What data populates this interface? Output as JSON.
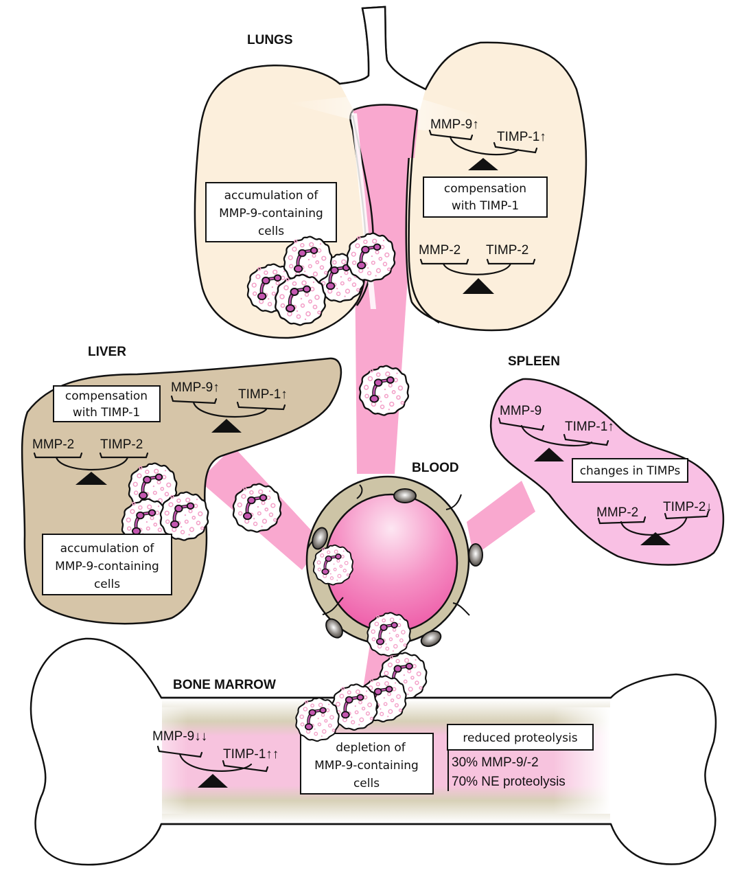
{
  "colors": {
    "lung_fill": "#fcefdc",
    "liver_fill": "#d6c5a8",
    "spleen_fill": "#f9c0e4",
    "vessel_pink": "#f9a8cf",
    "endothelium": "#cdc4a6",
    "cell_nucleus": "#c457b0",
    "cell_granule": "#f3a0c8",
    "bone_fill": "#ffffff",
    "marrow_pink": "#f7b3d6"
  },
  "organs": {
    "lungs": {
      "title": "LUNGS",
      "scale_top": {
        "left": "MMP-9↑",
        "right": "TIMP-1↑"
      },
      "box_comp": [
        "compensation",
        "with TIMP-1"
      ],
      "scale_bottom": {
        "left": "MMP-2",
        "right": "TIMP-2"
      },
      "box_accum": [
        "accumulation of",
        "MMP-9-containing",
        "cells"
      ]
    },
    "liver": {
      "title": "LIVER",
      "box_comp": [
        "compensation",
        "with TIMP-1"
      ],
      "scale_top": {
        "left": "MMP-9↑",
        "right": "TIMP-1↑"
      },
      "scale_bottom": {
        "left": "MMP-2",
        "right": "TIMP-2"
      },
      "box_accum": [
        "accumulation of",
        "MMP-9-containing",
        "cells"
      ]
    },
    "spleen": {
      "title": "SPLEEN",
      "scale_top": {
        "left": "MMP-9",
        "right": "TIMP-1↑"
      },
      "box_changes": "changes in TIMPs",
      "scale_bottom": {
        "left": "MMP-2",
        "right": "TIMP-2↓"
      }
    },
    "blood": {
      "title": "BLOOD"
    },
    "bone_marrow": {
      "title": "BONE MARROW",
      "scale": {
        "left": "MMP-9↓↓",
        "right": "TIMP-1↑↑"
      },
      "box_depletion": [
        "depletion of",
        "MMP-9-containing",
        "cells"
      ],
      "box_reduced": "reduced proteolysis",
      "stats": [
        "30% MMP-9/-2",
        "70% NE proteolysis"
      ]
    }
  }
}
